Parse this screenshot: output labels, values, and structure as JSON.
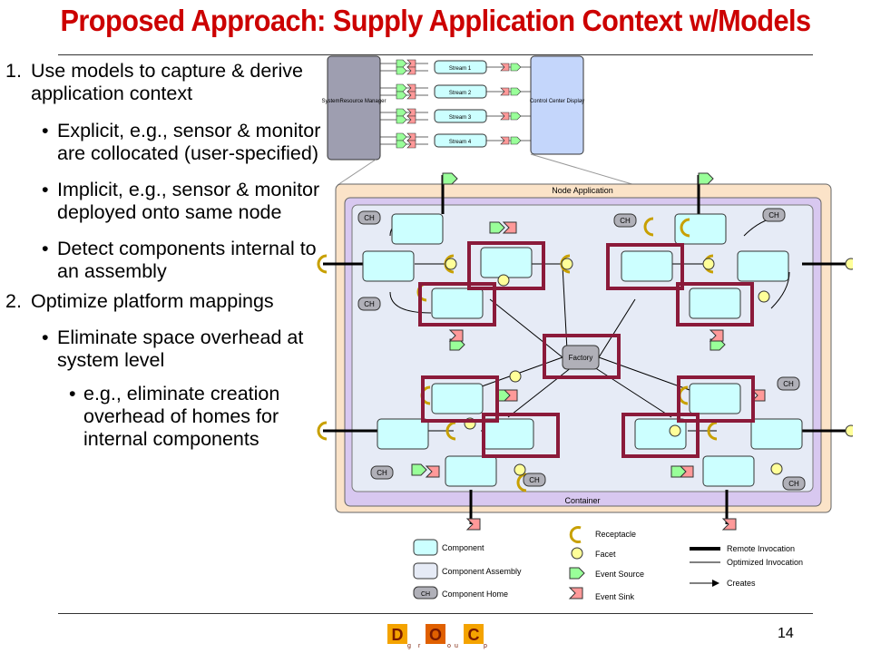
{
  "slide": {
    "title": "Proposed Approach: Supply Application Context w/Models",
    "page_number": "14"
  },
  "bullets": {
    "item1_num": "1.",
    "item1_text": "Use models to capture & derive application context",
    "item1_sub1": "Explicit, e.g., sensor & monitor are collocated (user-specified)",
    "item1_sub2": "Implicit, e.g., sensor & monitor deployed onto same node",
    "item1_sub3": "Detect components internal to an assembly",
    "item2_num": "2.",
    "item2_text": "Optimize platform mappings",
    "item2_sub1": "Eliminate space overhead at system level",
    "item2_sub1_sub1": "e.g., eliminate creation overhead of homes for internal components",
    "bullet_glyph": "•"
  },
  "diagram": {
    "system_resource_manager": "SystemResource Manager",
    "control_center": "Control Center Display",
    "streams": [
      "Stream 1",
      "Stream 2",
      "Stream 3",
      "Stream 4"
    ],
    "node_application": "Node Application",
    "container": "Container",
    "factory": "Factory",
    "component_home_label": "CH"
  },
  "legend": {
    "component": "Component",
    "assembly": "Component Assembly",
    "home": "Component Home",
    "home_badge": "CH",
    "receptacle": "Receptacle",
    "facet": "Facet",
    "event_source": "Event Source",
    "event_sink": "Event Sink",
    "remote": "Remote Invocation",
    "optimized": "Optimized Invocation",
    "creates": "Creates"
  },
  "logo": {
    "letters": [
      "D",
      "O",
      "C"
    ],
    "sub": [
      "g",
      "r",
      "o",
      "u",
      "p"
    ]
  },
  "colors": {
    "title": "#cc0000",
    "component": "#ccffff",
    "assembly": "#e6ebf6",
    "node_app": "#fbe3c8",
    "container": "#d8c8f0",
    "highlight": "#8b1a3a",
    "manager": "#9e9eb0",
    "control": "#c4d6fb",
    "facet": "#ffff99",
    "source": "#99ff99",
    "sink": "#ff9999"
  }
}
